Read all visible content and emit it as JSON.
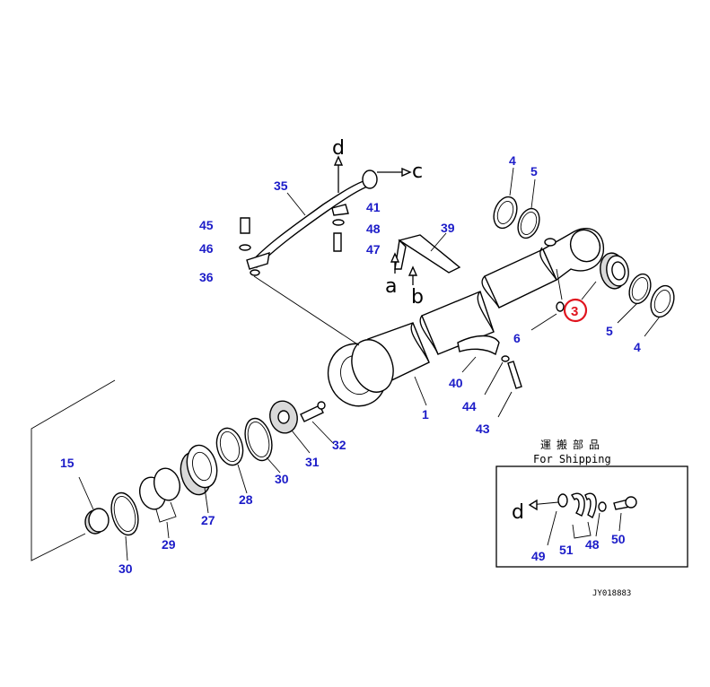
{
  "diagram": {
    "title": "Hydraulic cylinder parts exploded view",
    "highlighted_part": "3",
    "drawing_code": "JY018883",
    "shipping_box": {
      "title_jp": "運搬部品",
      "title_en": "For Shipping"
    },
    "part_labels": {
      "p1": "1",
      "p3": "3",
      "p4a": "4",
      "p4b": "4",
      "p5a": "5",
      "p5b": "5",
      "p6": "6",
      "p15": "15",
      "p27": "27",
      "p28": "28",
      "p29": "29",
      "p30a": "30",
      "p30b": "30",
      "p31": "31",
      "p32": "32",
      "p35": "35",
      "p36": "36",
      "p39": "39",
      "p40": "40",
      "p41": "41",
      "p43": "43",
      "p44": "44",
      "p45": "45",
      "p46": "46",
      "p47": "47",
      "p48a": "48",
      "p48b": "48",
      "p49": "49",
      "p50": "50",
      "p51": "51"
    },
    "letters": {
      "a": "a",
      "b": "b",
      "c": "c",
      "d_top": "d",
      "d_box": "d"
    }
  }
}
